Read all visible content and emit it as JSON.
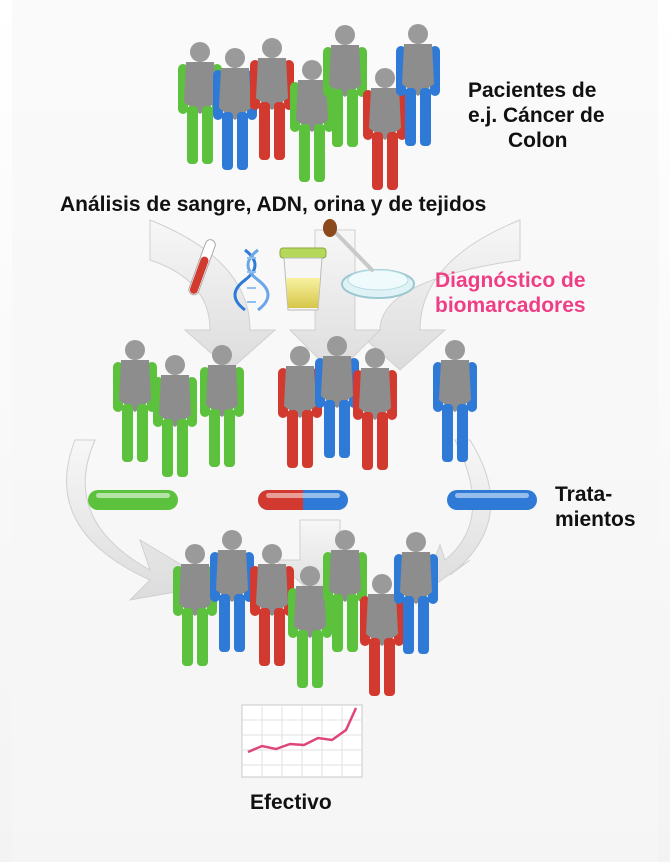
{
  "labels": {
    "patients": [
      "Pacientes de",
      "e.j. Cáncer de",
      "Colon"
    ],
    "analysis": "Análisis de sangre, ADN, orina y de tejidos",
    "diagnosis": [
      "Diagnóstico de",
      "biomarcadores"
    ],
    "treatments": [
      "Trata-",
      "mientos"
    ],
    "effective": "Efectivo"
  },
  "colors": {
    "green": "#5cc13c",
    "blue": "#2f7ad6",
    "red": "#d23a2f",
    "gray_body": "#8d8d8d",
    "diagnosis_text": "#ee3f86",
    "arrow": "#e8e8e8",
    "chart_line": "#e0457a"
  },
  "groups": {
    "top": [
      "green",
      "blue",
      "red",
      "green",
      "green",
      "red",
      "blue"
    ],
    "middle_left": [
      "green",
      "green",
      "green"
    ],
    "middle_center": [
      "red",
      "blue",
      "red"
    ],
    "middle_right": [
      "blue"
    ],
    "bottom": [
      "green",
      "blue",
      "red",
      "green",
      "green",
      "red",
      "blue"
    ]
  },
  "pills": [
    "green",
    "red-blue",
    "blue"
  ],
  "icons": [
    "test-tube-icon",
    "dna-icon",
    "urine-cup-icon",
    "petri-dish-icon",
    "chart-icon"
  ]
}
